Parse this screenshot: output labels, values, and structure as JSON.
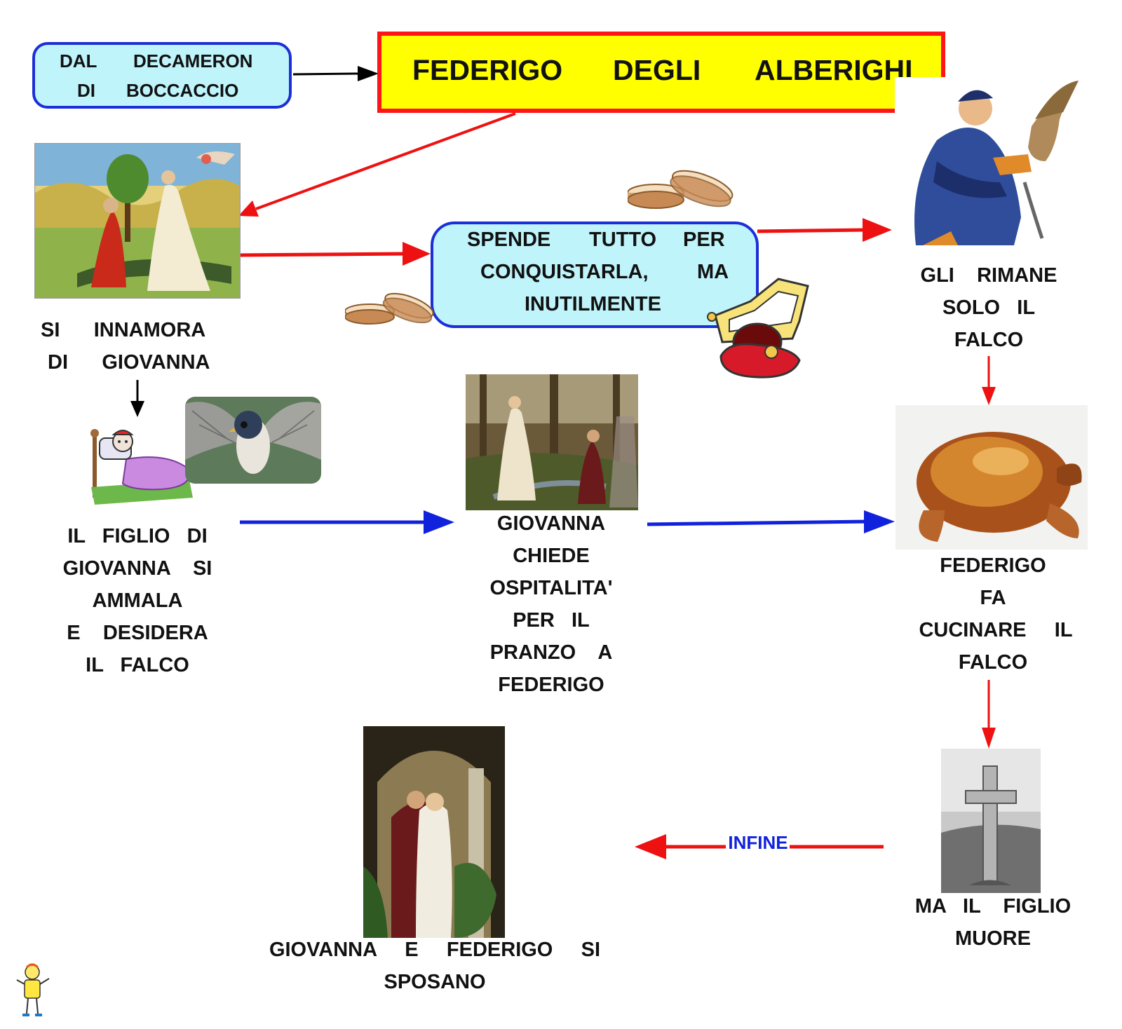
{
  "source": {
    "line1": [
      "DAL",
      "DECAMERON"
    ],
    "line2": [
      "DI",
      "BOCCACCIO"
    ]
  },
  "title": [
    "FEDERIGO",
    "DEGLI",
    "ALBERIGHI"
  ],
  "spend": {
    "line1": [
      "SPENDE",
      "TUTTO",
      "PER"
    ],
    "line2": [
      "CONQUISTARLA,",
      "MA"
    ],
    "line3": "INUTILMENTE"
  },
  "steps": {
    "innamora": [
      "SI      INNAMORA",
      "DI      GIOVANNA"
    ],
    "rimane": [
      "GLI    RIMANE",
      "SOLO   IL",
      "FALCO"
    ],
    "figlio": [
      "IL   FIGLIO   DI",
      "GIOVANNA    SI",
      "AMMALA",
      "E    DESIDERA",
      "IL   FALCO"
    ],
    "giovanna": [
      "GIOVANNA",
      "CHIEDE",
      "OSPITALITA'",
      "PER   IL",
      "PRANZO    A",
      "FEDERIGO"
    ],
    "cucinare": [
      "FEDERIGO",
      "FA",
      "CUCINARE     IL",
      "FALCO"
    ],
    "muore": [
      "MA   IL    FIGLIO",
      "MUORE"
    ],
    "sposano": [
      "GIOVANNA     E     FEDERIGO     SI",
      "SPOSANO"
    ]
  },
  "connector_label": "INFINE",
  "colors": {
    "box_fill": "#bff4fb",
    "box_border": "#1c2fd6",
    "title_fill": "#ffff00",
    "title_border": "#ff1515",
    "arrow_red": "#ee1111",
    "arrow_blue": "#1122dd",
    "arrow_black": "#000000"
  },
  "icons": [
    "painting-courtship",
    "coins",
    "falconer",
    "crown-hat",
    "sick-child-bed",
    "falcon-photo",
    "painting-giovanna-forest",
    "roast-chicken",
    "cross-grave",
    "painting-romeo-juliet",
    "mascot"
  ]
}
